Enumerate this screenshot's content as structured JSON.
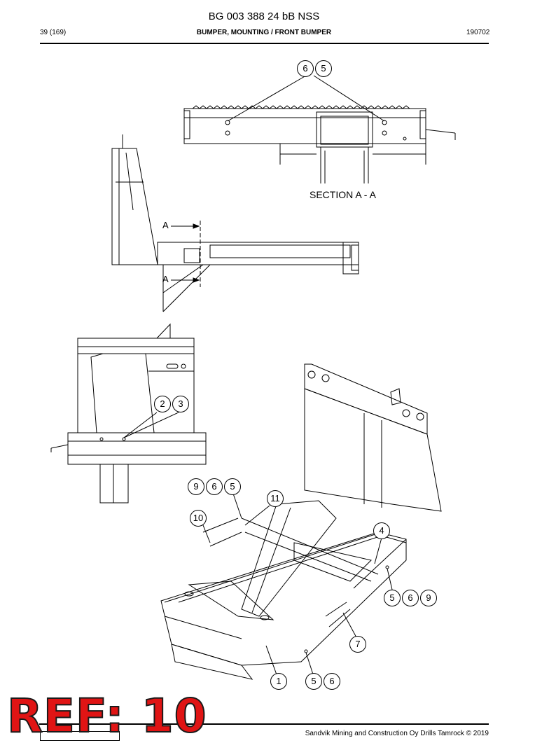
{
  "header": {
    "document_code": "BG 003 388 24 bB NSS",
    "page": "39 (169)",
    "title": "BUMPER, MOUNTING / FRONT BUMPER",
    "date_code": "190702"
  },
  "drawing": {
    "section_label": "SECTION A - A",
    "cut_marker_upper": "A",
    "cut_marker_lower": "A",
    "callouts": {
      "top_left": "6",
      "top_right": "5",
      "mid_a": "2",
      "mid_b": "3",
      "group_left_1": "9",
      "group_left_2": "6",
      "group_left_3": "5",
      "item_11": "11",
      "item_10": "10",
      "item_4": "4",
      "group_right_1": "5",
      "group_right_2": "6",
      "group_right_3": "9",
      "item_7": "7",
      "item_1": "1",
      "group_bottom_1": "5",
      "group_bottom_2": "6"
    }
  },
  "stamp": {
    "text": "REF: 10",
    "color": "#e01414"
  },
  "footer": {
    "copyright": "Sandvik Mining and Construction Oy Drills Tamrock © 2019"
  }
}
